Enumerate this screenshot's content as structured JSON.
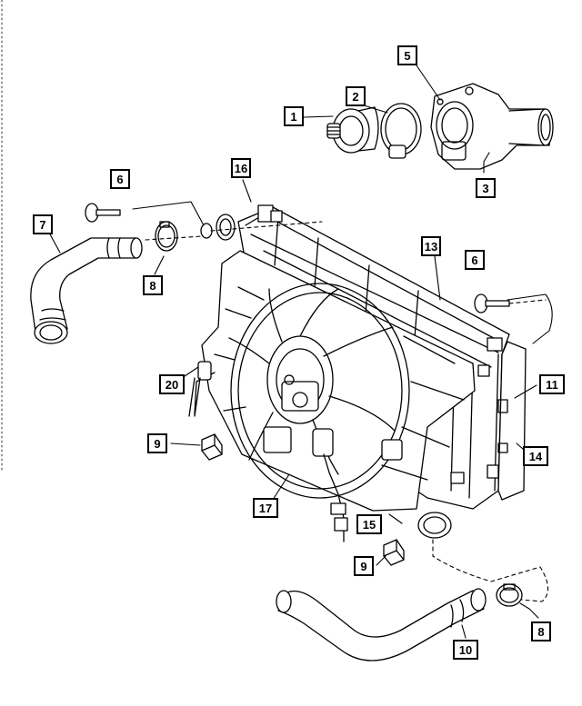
{
  "diagram": {
    "line_color": "#000000",
    "background": "#ffffff",
    "callouts": {
      "c1": "1",
      "c2": "2",
      "c3": "3",
      "c5": "5",
      "c6a": "6",
      "c6b": "6",
      "c7": "7",
      "c8a": "8",
      "c8b": "8",
      "c9a": "9",
      "c9b": "9",
      "c10": "10",
      "c11": "11",
      "c13": "13",
      "c14": "14",
      "c15": "15",
      "c16": "16",
      "c17": "17",
      "c20": "20"
    }
  }
}
